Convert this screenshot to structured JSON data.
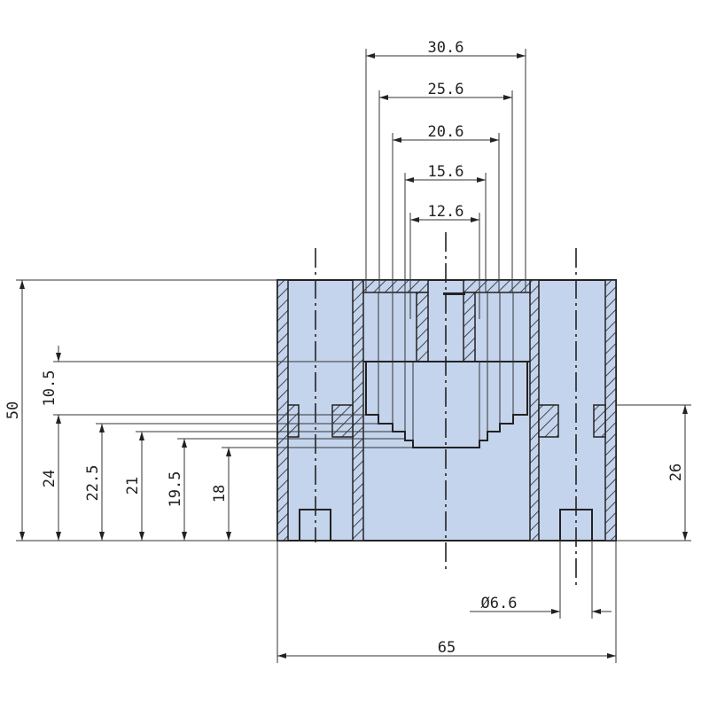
{
  "drawing": {
    "fill_color": "#c5d4ed",
    "top_dimensions": [
      "30.6",
      "25.6",
      "20.6",
      "15.6",
      "12.6"
    ],
    "left_dimensions": {
      "overall_height": "50",
      "upper_step": "10.5",
      "step_24": "24",
      "step_22_5": "22.5",
      "step_21": "21",
      "step_19_5": "19.5",
      "step_18": "18"
    },
    "right_dimension": "26",
    "hole_diameter": "Ø6.6",
    "overall_width": "65"
  }
}
